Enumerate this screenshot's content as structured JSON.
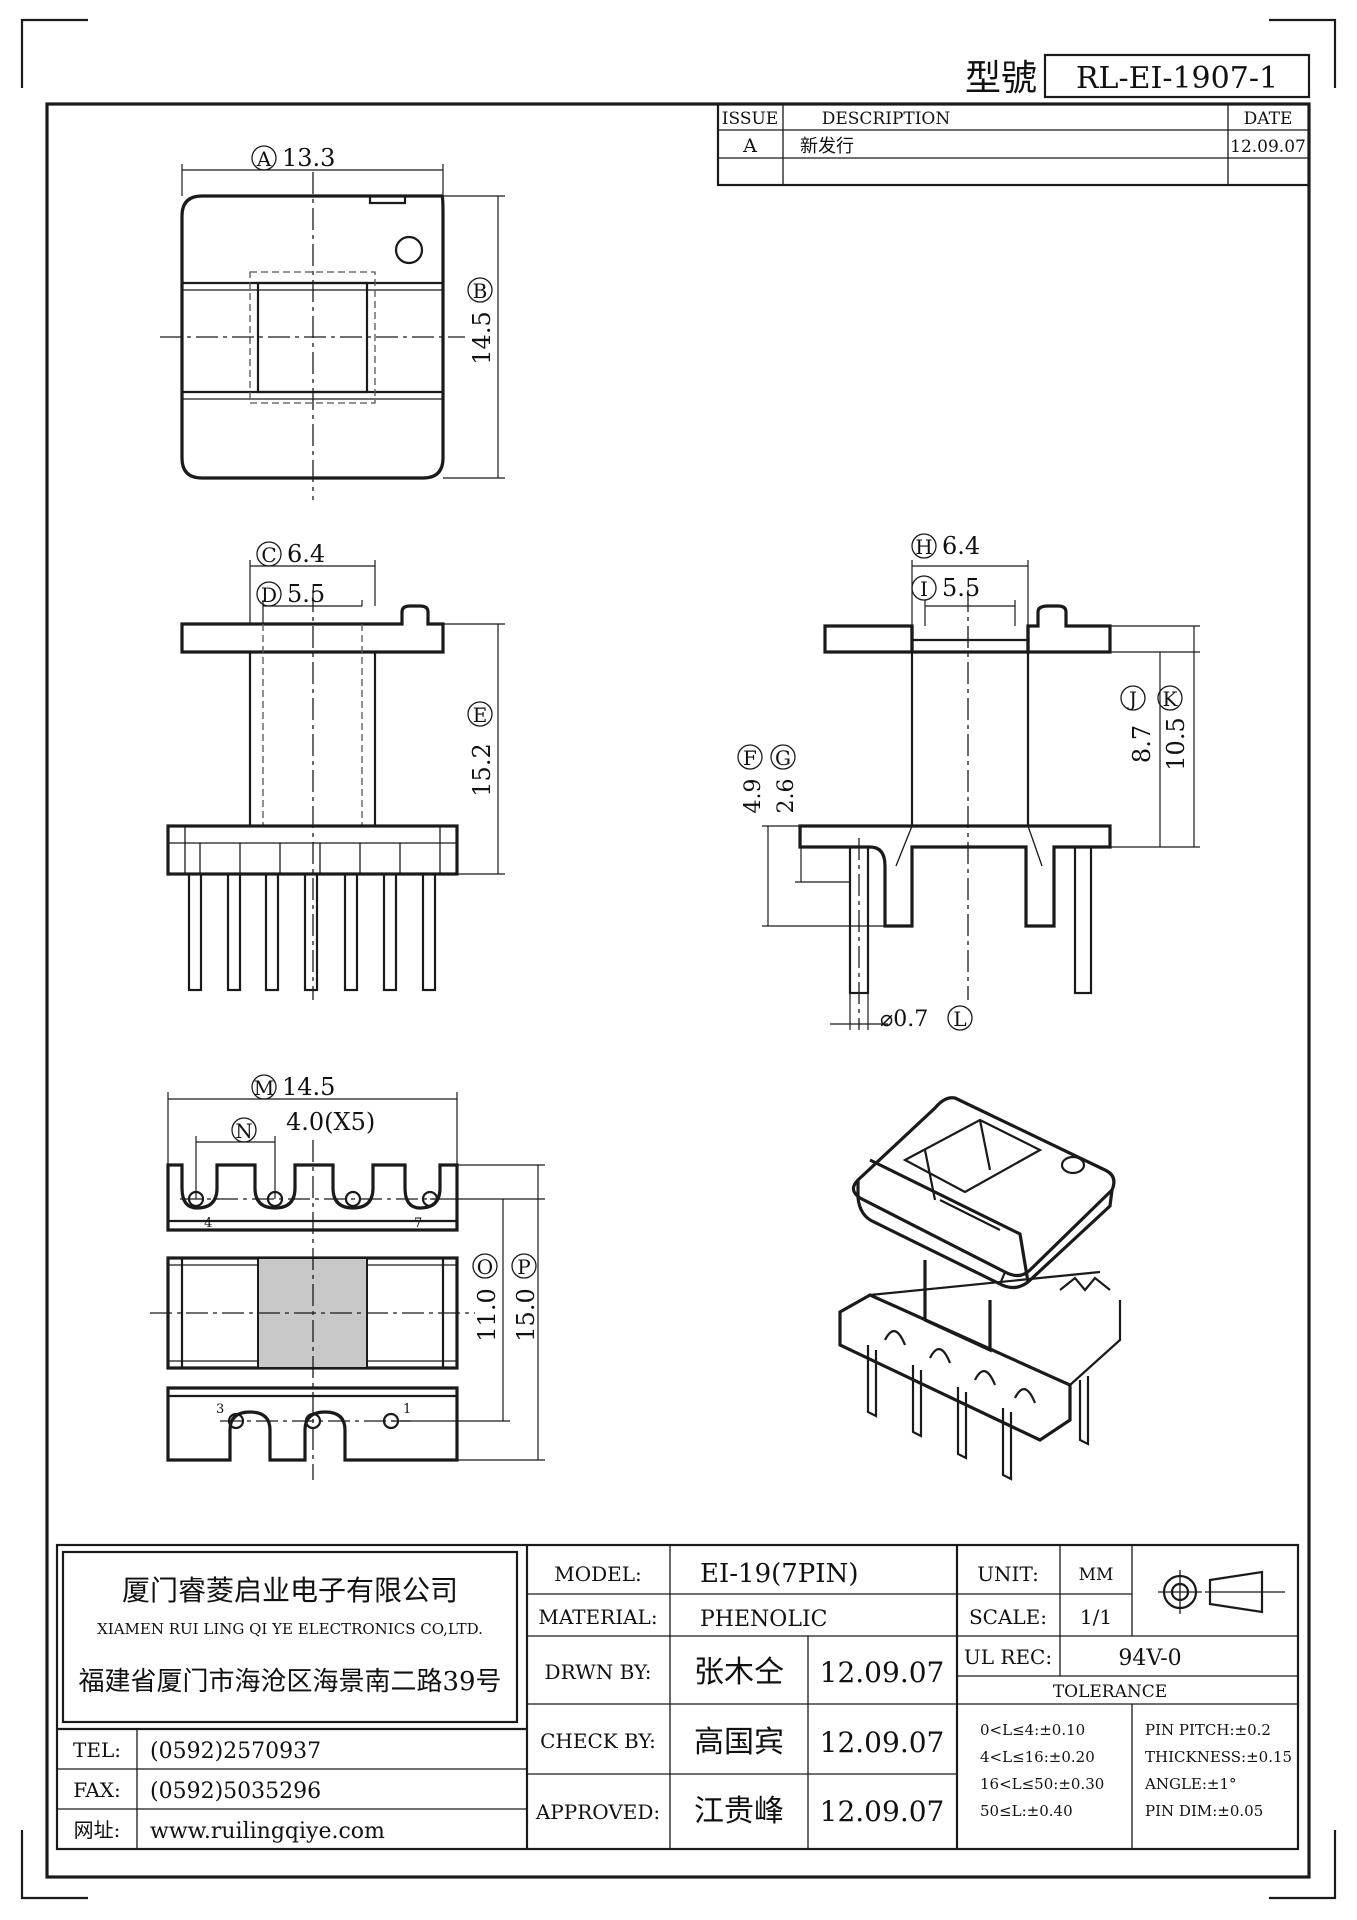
{
  "title_block_top": {
    "model_label": "型號",
    "model_no": "RL-EI-1907-1"
  },
  "revision_table": {
    "headers": [
      "ISSUE",
      "DESCRIPTION",
      "DATE"
    ],
    "rows": [
      {
        "issue": "A",
        "description": "新发行",
        "date": "12.09.07"
      }
    ]
  },
  "dimensions": {
    "A": {
      "letter": "A",
      "value": "13.3"
    },
    "B": {
      "letter": "B",
      "value": "14.5"
    },
    "C": {
      "letter": "C",
      "value": "6.4"
    },
    "D": {
      "letter": "D",
      "value": "5.5"
    },
    "E": {
      "letter": "E",
      "value": "15.2"
    },
    "F": {
      "letter": "F",
      "value": "4.9"
    },
    "G": {
      "letter": "G",
      "value": "2.6"
    },
    "H": {
      "letter": "H",
      "value": "6.4"
    },
    "I": {
      "letter": "I",
      "value": "5.5"
    },
    "J": {
      "letter": "J",
      "value": "8.7"
    },
    "K": {
      "letter": "K",
      "value": "10.5"
    },
    "L": {
      "letter": "L",
      "value": "⌀0.7"
    },
    "M": {
      "letter": "M",
      "value": "14.5"
    },
    "N": {
      "letter": "N",
      "value": "4.0(X5)"
    },
    "O": {
      "letter": "O",
      "value": "11.0"
    },
    "P": {
      "letter": "P",
      "value": "15.0"
    }
  },
  "pin_numbers": {
    "p4": "4",
    "p7": "7",
    "p3": "3",
    "p1": "1"
  },
  "company": {
    "name_cn": "厦门睿菱启业电子有限公司",
    "name_en": "XIAMEN RUI LING QI YE ELECTRONICS CO,LTD.",
    "address": "福建省厦门市海沧区海景南二路39号",
    "tel_label": "TEL:",
    "tel": "(0592)2570937",
    "fax_label": "FAX:",
    "fax": "(0592)5035296",
    "web_label": "网址:",
    "web": "www.ruilingqiye.com"
  },
  "spec": {
    "model_label": "MODEL:",
    "model": "EI-19(7PIN)",
    "material_label": "MATERIAL:",
    "material": "PHENOLIC",
    "drawn_label": "DRWN BY:",
    "drawn_by": "张木仝",
    "drawn_date": "12.09.07",
    "check_label": "CHECK BY:",
    "check_by": "高国宾",
    "check_date": "12.09.07",
    "approved_label": "APPROVED:",
    "approved_by": "江贵峰",
    "approved_date": "12.09.07",
    "unit_label": "UNIT:",
    "unit": "MM",
    "scale_label": "SCALE:",
    "scale": "1/1",
    "ul_label": "UL REC:",
    "ul": "94V-0",
    "tolerance_label": "TOLERANCE",
    "tol_left": [
      "0<L≤4:±0.10",
      "4<L≤16:±0.20",
      "16<L≤50:±0.30",
      "50≤L:±0.40"
    ],
    "tol_right": [
      "PIN PITCH:±0.2",
      "THICKNESS:±0.15",
      "ANGLE:±1°",
      "PIN DIM:±0.05"
    ]
  }
}
